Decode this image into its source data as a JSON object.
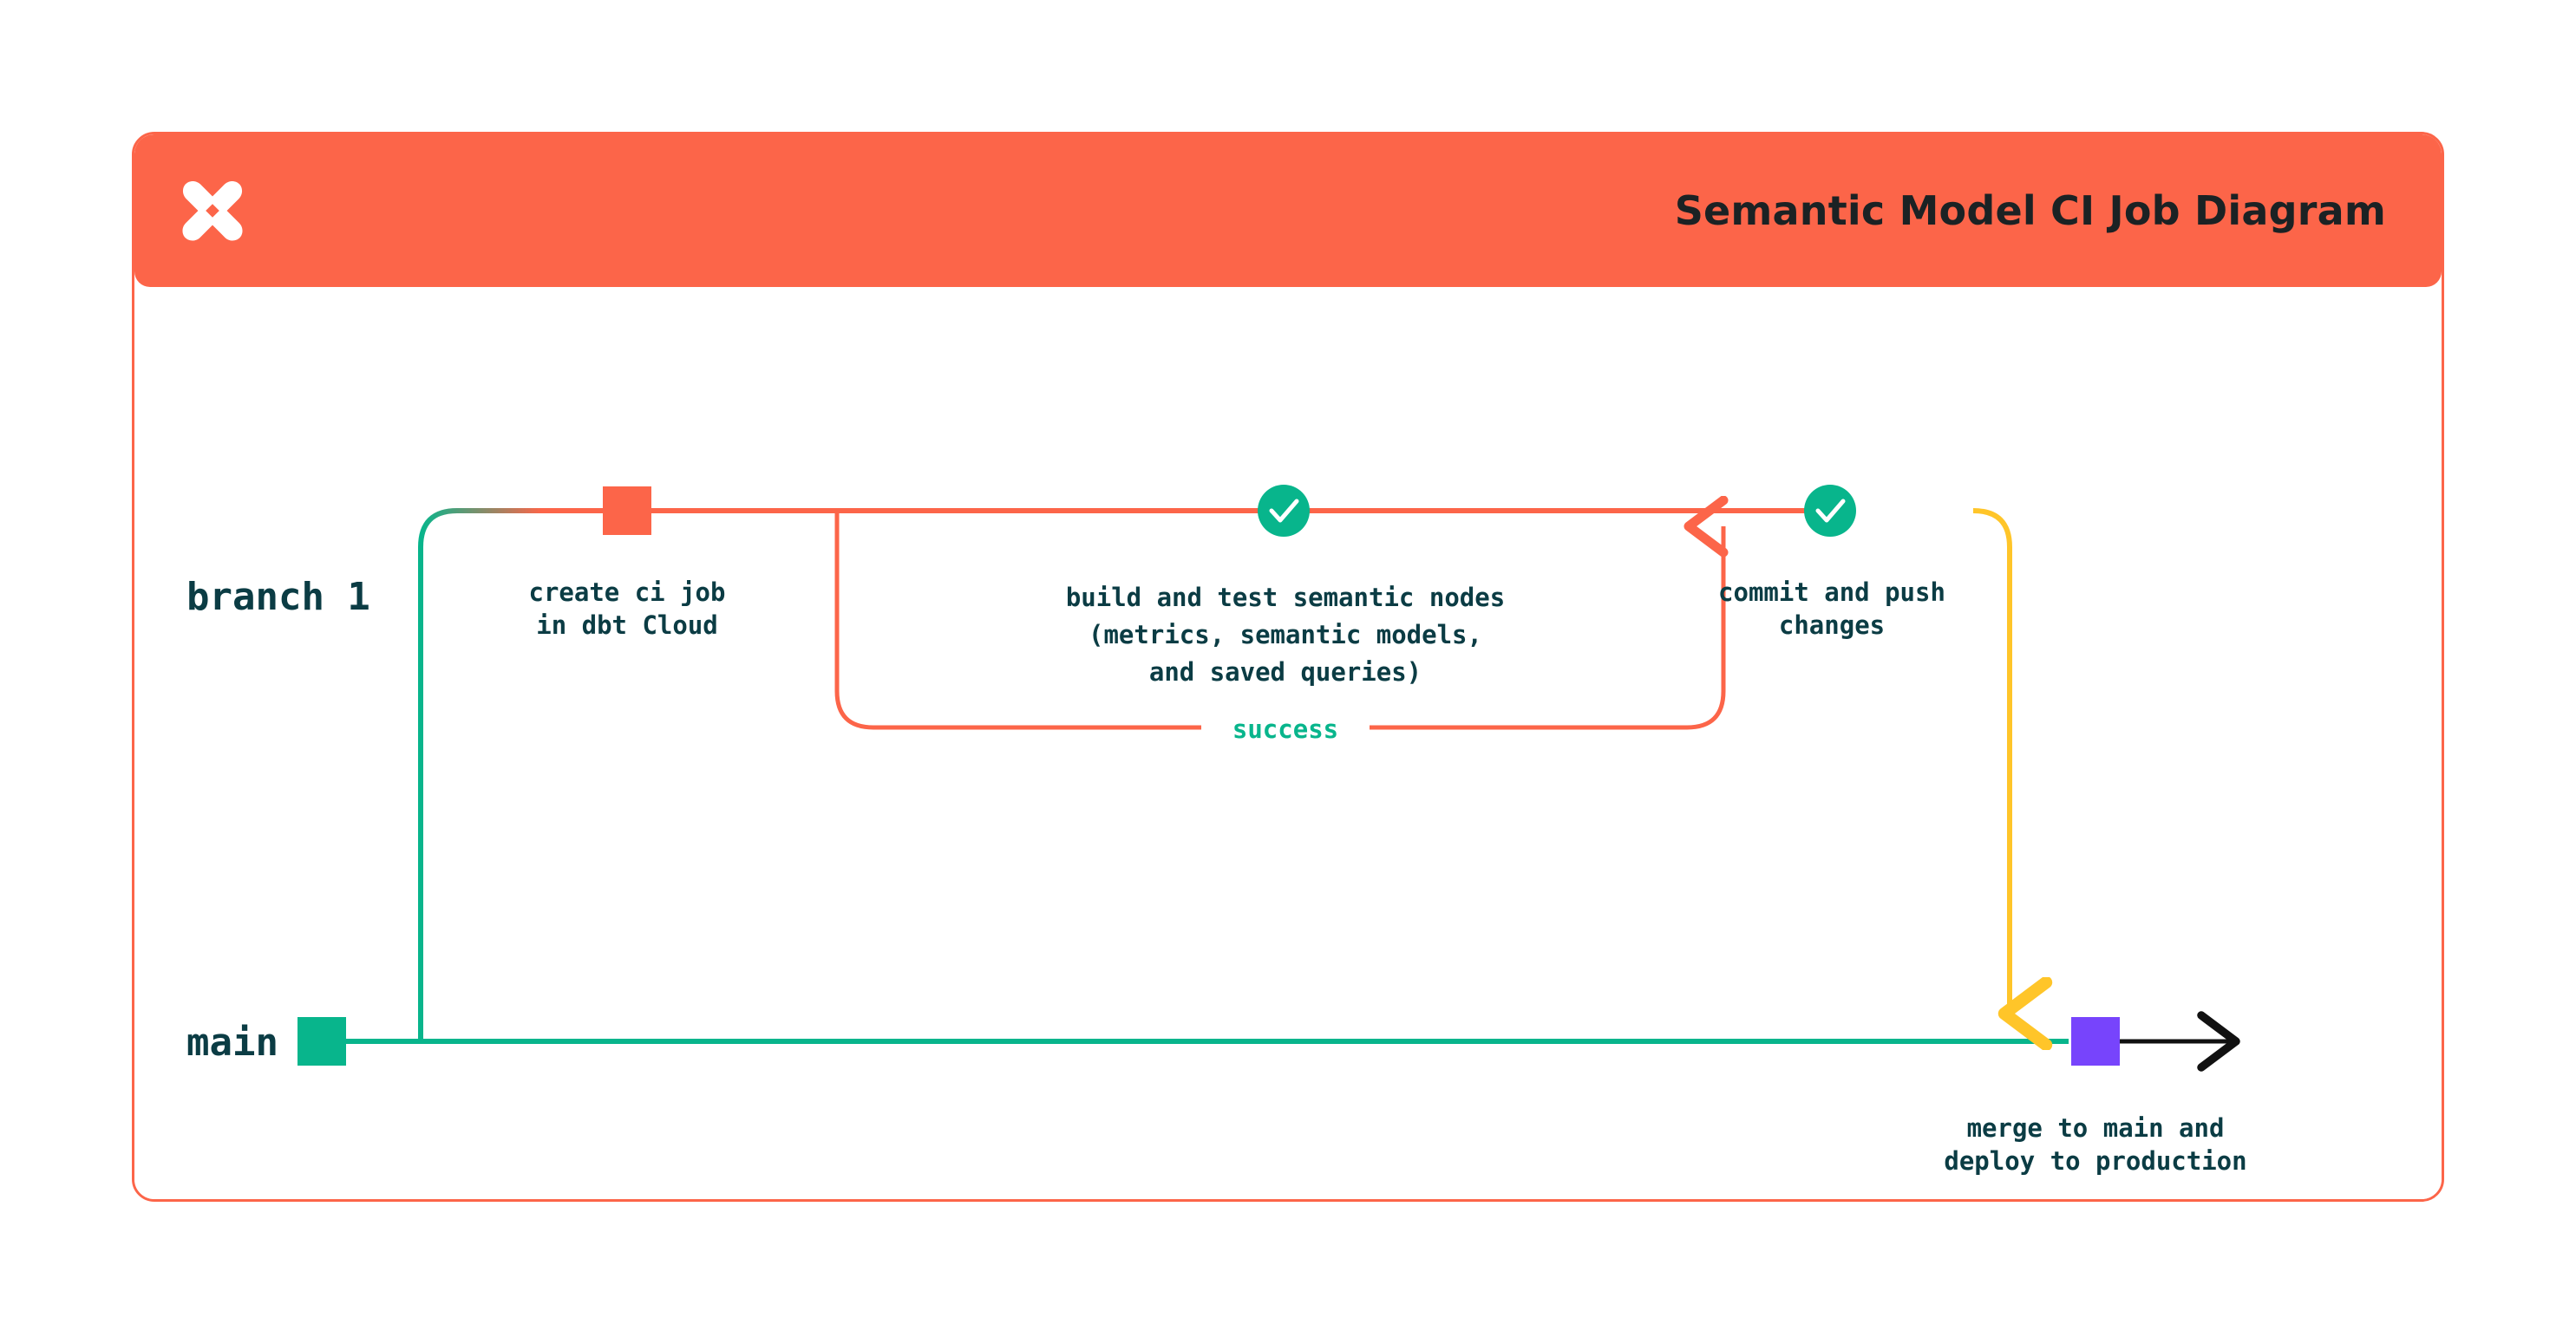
{
  "header": {
    "title": "Semantic Model CI Job Diagram",
    "logo_icon": "dbt-logo-icon",
    "background_color": "#FC6549"
  },
  "card": {
    "border_color": "#FC6549",
    "background_color": "#FFFFFF"
  },
  "diagram": {
    "type": "git-branch-flow",
    "lanes": [
      {
        "id": "branch-1",
        "label": "branch 1",
        "line_color": "#FC6549"
      },
      {
        "id": "main",
        "label": "main",
        "line_color": "#08B58C"
      }
    ],
    "nodes": [
      {
        "id": "create-ci-job",
        "lane": "branch-1",
        "marker": "square",
        "marker_color": "#FC6549",
        "label": "create ci job\nin dbt Cloud",
        "label_lines": [
          "create ci job",
          "in dbt Cloud"
        ]
      },
      {
        "id": "build-and-test",
        "lane": "branch-1",
        "marker": "check-circle",
        "marker_color": "#08B58C",
        "label_lines": [
          "build and test semantic nodes",
          "(metrics, semantic models,",
          "and saved queries)"
        ]
      },
      {
        "id": "commit-and-push",
        "lane": "branch-1",
        "marker": "check-circle",
        "marker_color": "#08B58C",
        "label_lines": [
          "commit and push",
          "changes"
        ]
      },
      {
        "id": "merge-to-main",
        "lane": "main",
        "marker": "square",
        "marker_color": "#7744FC",
        "label_lines": [
          "merge to main and",
          "deploy to production"
        ]
      },
      {
        "id": "main-start",
        "lane": "main",
        "marker": "square",
        "marker_color": "#08B58C",
        "label_lines": []
      }
    ],
    "edges": [
      {
        "id": "retry-loop",
        "label": "success",
        "color": "#FC6549",
        "label_color": "#08B58C"
      },
      {
        "id": "merge-edge",
        "label": "",
        "color": "#FFC529"
      },
      {
        "id": "continue-main",
        "label": "",
        "color": "#111111"
      }
    ],
    "colors": {
      "orange": "#FC6549",
      "green": "#08B58C",
      "yellow": "#FFC529",
      "purple": "#7744FC",
      "ink": "#0B3C44",
      "black": "#111111"
    }
  }
}
